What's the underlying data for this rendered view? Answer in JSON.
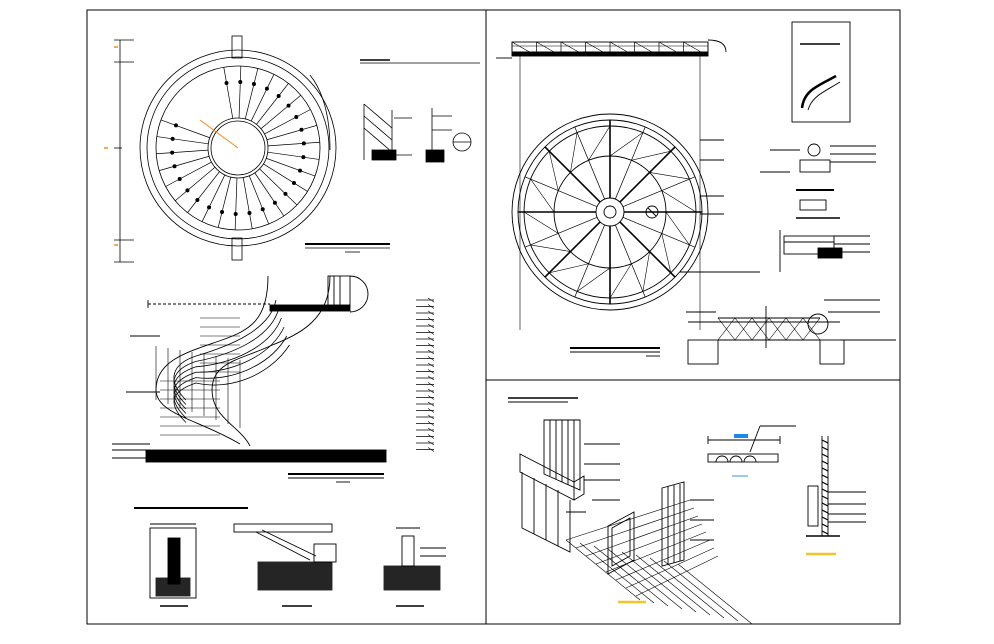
{
  "drawing": {
    "line_color": "#000000",
    "paper_color": "#ffffff",
    "accent_color": "#f4c430",
    "tick_color": "#f08a24",
    "panels": [
      {
        "id": "spiral-stair-plan"
      },
      {
        "id": "spiral-stair-elevation"
      },
      {
        "id": "stair-details"
      },
      {
        "id": "dome-elevation"
      },
      {
        "id": "dome-plan"
      },
      {
        "id": "dome-section-details"
      },
      {
        "id": "entrance-isometric"
      },
      {
        "id": "entrance-details"
      }
    ]
  }
}
